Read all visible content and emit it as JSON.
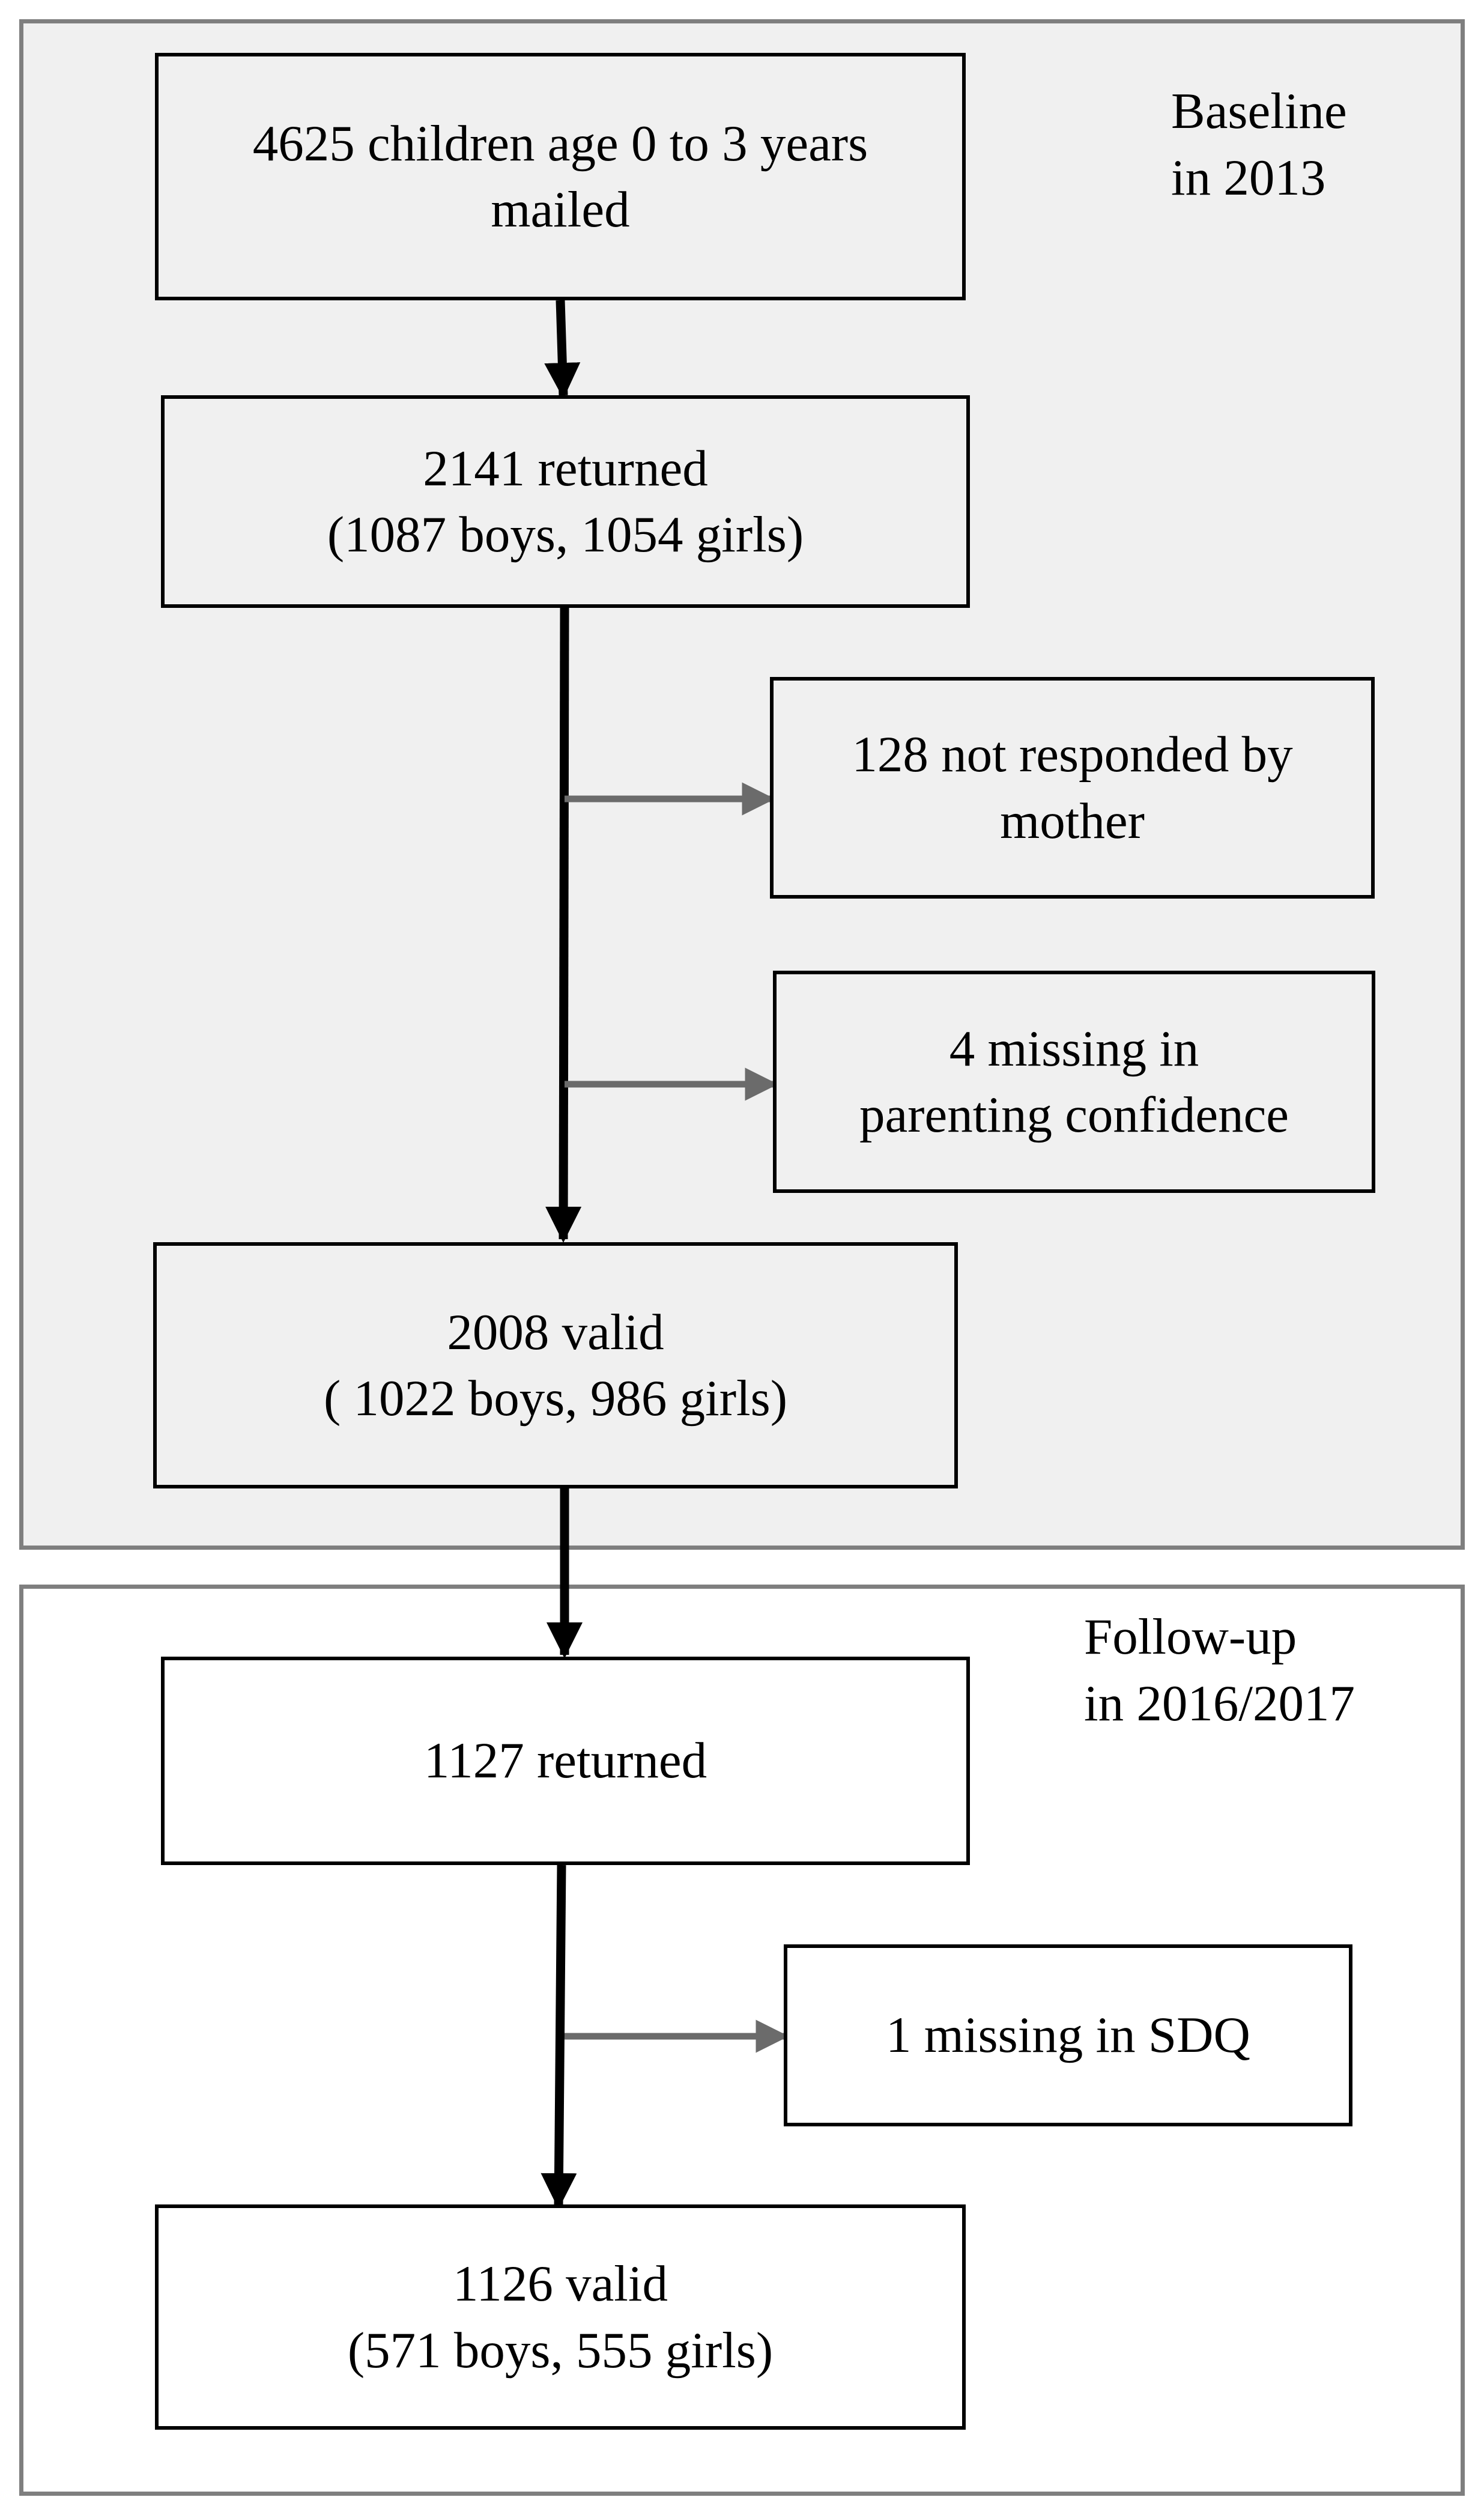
{
  "panels": {
    "baseline": {
      "label_line1": "Baseline",
      "label_line2": "in 2013"
    },
    "followup": {
      "label_line1": "Follow-up",
      "label_line2": "in 2016/2017"
    }
  },
  "boxes": {
    "mailed": {
      "line1": "4625 children age 0 to 3 years",
      "line2": "mailed"
    },
    "returned_2013": {
      "line1": "2141 returned",
      "line2": "(1087 boys, 1054 girls)"
    },
    "excluded_mother": {
      "line1": "128 not responded by",
      "line2": "mother"
    },
    "excluded_confidence": {
      "line1": "4 missing in",
      "line2": "parenting confidence"
    },
    "valid_2013": {
      "line1": "2008 valid",
      "line2": "( 1022 boys, 986 girls)"
    },
    "returned_followup": {
      "line1": "1127 returned"
    },
    "excluded_sdq": {
      "line1": "1  missing in SDQ"
    },
    "valid_followup": {
      "line1": "1126 valid",
      "line2": "(571 boys, 555 girls)"
    }
  },
  "colors": {
    "panel_border": "#7f7f7f",
    "grey_fill": "#f0f0f0",
    "main_arrow": "#000000",
    "side_arrow": "#6b6b6b"
  }
}
